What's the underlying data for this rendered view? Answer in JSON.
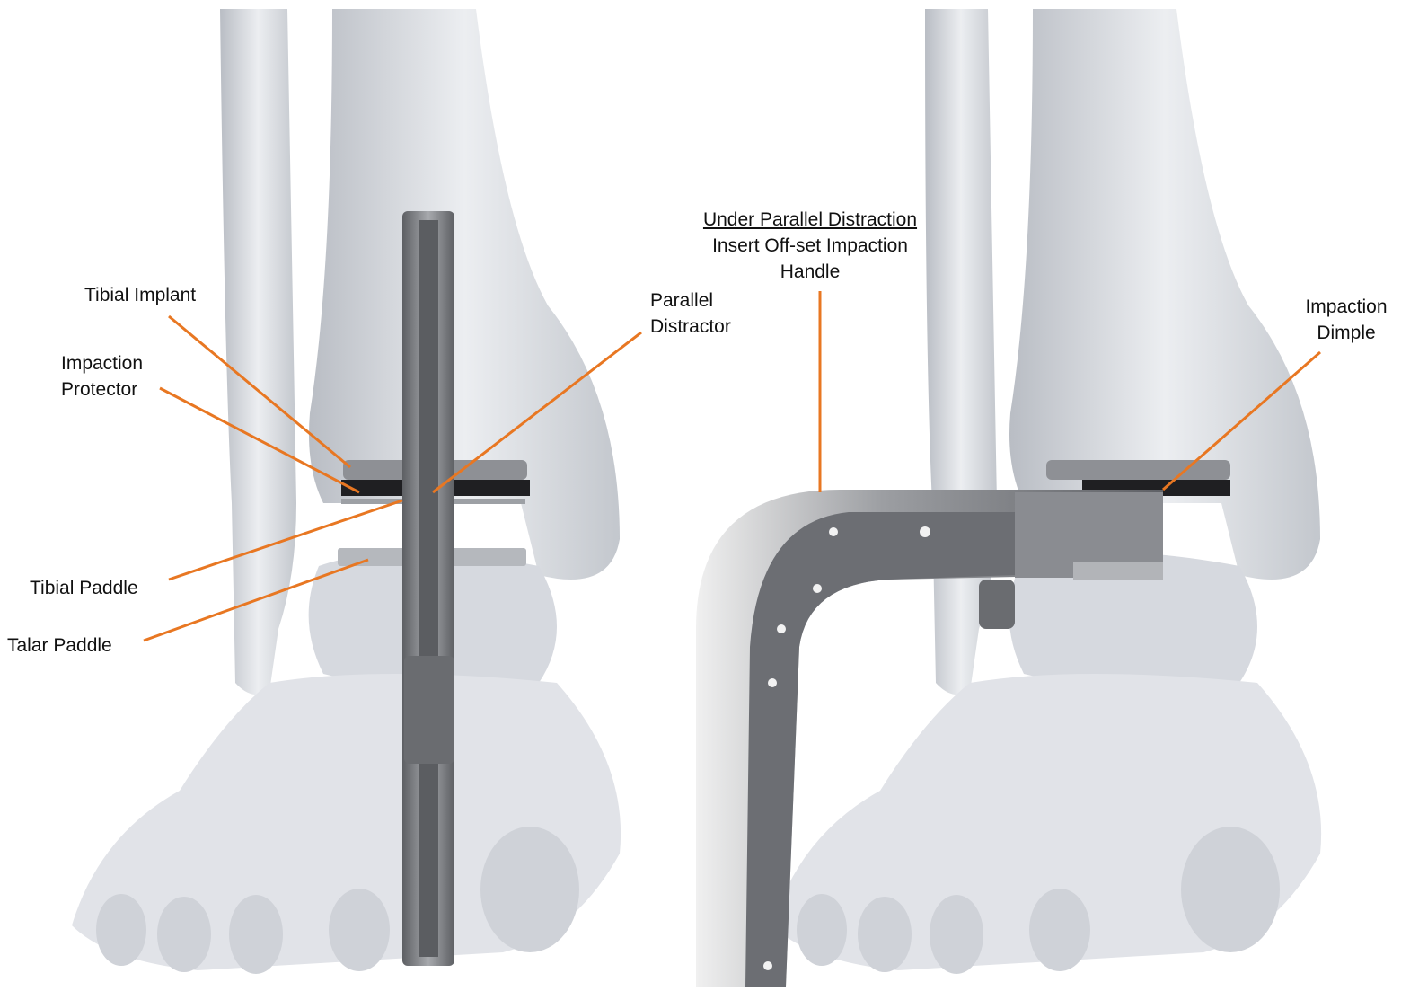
{
  "left_panel": {
    "labels": {
      "tibial_implant": "Tibial Implant",
      "impaction_protector_1": "Impaction",
      "impaction_protector_2": "Protector",
      "parallel_distractor_1": "Parallel",
      "parallel_distractor_2": "Distractor",
      "tibial_paddle": "Tibial Paddle",
      "talar_paddle": "Talar Paddle"
    }
  },
  "right_panel": {
    "labels": {
      "heading": "Under Parallel Distraction",
      "instruction_1": "Insert Off-set Impaction",
      "instruction_2": "Handle",
      "impaction_dimple_1": "Impaction",
      "impaction_dimple_2": "Dimple"
    }
  },
  "colors": {
    "leader_line": "#e87722",
    "bone": "#dcdfe4",
    "bone_shadow": "#a9aeb6",
    "metal": "#7d7f83",
    "metal_dark": "#4a4c50",
    "implant_dark": "#1f1f22"
  }
}
